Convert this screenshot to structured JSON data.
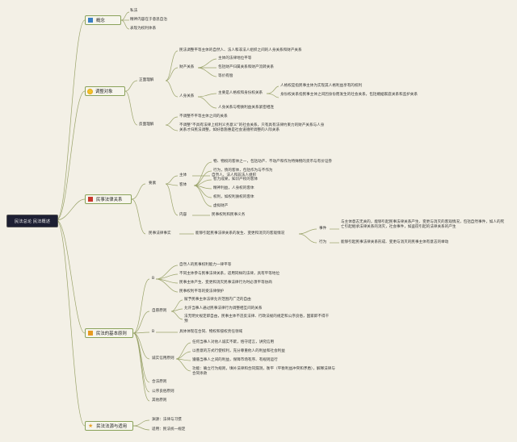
{
  "root": "民法总论 民法概述",
  "branches": {
    "concept": "概念",
    "object": "调整对象",
    "relation": "民事法律关系",
    "principle": "民法的基本原则",
    "source": "民法法源与适用"
  },
  "concept": {
    "items": [
      "私法",
      "精神内容在于意思自治",
      "表现为权利体系"
    ]
  },
  "object": {
    "positive": "正面理解",
    "positive_desc": "民法调整平等主体的自然人、法人和非法人组织之间的人身关系和财产关系",
    "property": "财产关系",
    "property_items": [
      "主体的法律地位平等",
      "包括财产归属关系和财产流转关系",
      "等价有偿"
    ],
    "personal": "人身关系",
    "personal_main": "主要是人格权和身份权关系",
    "personal_sub": [
      "人格权是指民事主体为实现其人格利益享有的权利",
      "身份权关系指民事主体之间因身份而发生的社会关系，包括婚姻家庭关系和监护关系"
    ],
    "personal_note": "人身关系与物质利益关系紧密相连",
    "negative": "反面理解",
    "negative_items": [
      "不调整不平等主体之间的关系",
      "不调整“不具有法律上权利义务意义”的社会关系，只有具有法律约束力的财产关系与人身关系才归民法调整，如好意施惠是社会道德所调整的人际关系"
    ]
  },
  "relation": {
    "elements": "要素",
    "subject": "主体",
    "subject_desc": "自然人、法人和非法人组织",
    "object": "客体",
    "object_items": [
      "物、物权的客体之一，包括动产、不动产和作为特殊物的货币与有价证券",
      "行为，债的客体，包括作为与不作为",
      "智力成果，知识产权的客体",
      "精神利益，人身权的客体",
      "权利，如权利质权的客体",
      "虚拟财产"
    ],
    "content": "内容",
    "content_desc": "民事权利和民事义务",
    "fact": "民事法律事实",
    "fact_desc": "能够引起民事法律关系的发生、变更和消灭的客观情况",
    "event": "事件",
    "event_desc": "与主体意志无关的，能够引起民事法律关系产生、变更与消灭的客观情况，包括自然事件，如人的死亡引起继承法律关系的消灭，社会事件，如盗窃引起的法律关系的产生",
    "act": "行为",
    "act_desc": "能够引起民事法律关系形成、变更与消灭的民事主体有意志的举动"
  },
  "principle": {
    "a": "B",
    "a_items": [
      "自然人的民事权利能力一律平等",
      "不同主体参与民事法律关系，适用同样的法律，具有平等地位",
      "民事主体产生、变更和消灭民事法律行为时必须平等协商",
      "民事权利平等的受法律保护"
    ],
    "autonomy": "自愿原则",
    "autonomy_items": [
      "赋予民事主体法律允许范围内广泛的自由",
      "允许当事人通过民事法律行为调整相互间的关系",
      "法无明文规定即自由，民事主体不违反法律、行政法规的规定和公序良俗，国家即不得干预"
    ],
    "b": "B",
    "b_desc": "具体体现在合同、物权和侵权责任领域",
    "good_faith": "诚实信用原则",
    "good_faith_items": [
      "任何当事人对他人诚实不欺，恪守诺言，讲究信用",
      "以善意的方式行使权利，充分尊重他人的利益和社会利益",
      "遵循当事人之间的利益，保障市场有序、有规则运行",
      "功能：确立行为规则，填补法律和合同漏洞，衡平（平衡利益冲突和矛盾），解释法律与合同条款"
    ],
    "others": [
      "合法原则",
      "公序良俗原则",
      "其他原则"
    ]
  },
  "source": {
    "items": [
      "渊源：法律与习惯",
      "适用：民法统一规定"
    ]
  }
}
